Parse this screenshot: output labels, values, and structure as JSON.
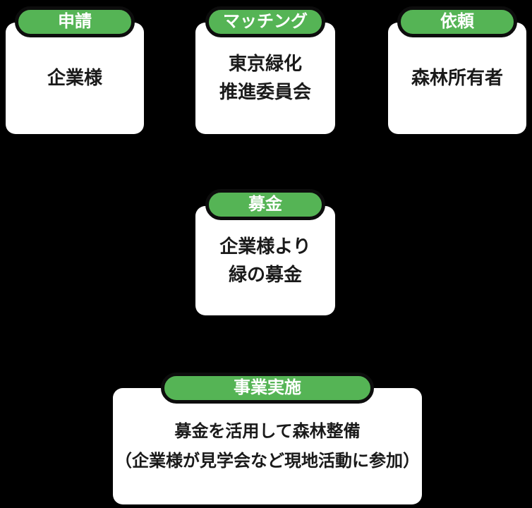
{
  "page": {
    "background_color": "#000000"
  },
  "colors": {
    "badge_green": "#55b455",
    "badge_outline": "#0d0d0d",
    "badge_text": "#ffffff",
    "card_background": "#ffffff",
    "card_text": "#1a1a1a"
  },
  "nodes": [
    {
      "id": "application",
      "badge": "申請",
      "lines": [
        "企業様"
      ]
    },
    {
      "id": "matching",
      "badge": "マッチング",
      "lines": [
        "東京緑化",
        "推進委員会"
      ]
    },
    {
      "id": "request",
      "badge": "依頼",
      "lines": [
        "森林所有者"
      ]
    },
    {
      "id": "donation",
      "badge": "募金",
      "lines": [
        "企業様より",
        "緑の募金"
      ]
    },
    {
      "id": "implementation",
      "badge": "事業実施",
      "lines": [
        "募金を活用して森林整備",
        "（企業様が見学会など現地活動に参加）"
      ]
    }
  ]
}
